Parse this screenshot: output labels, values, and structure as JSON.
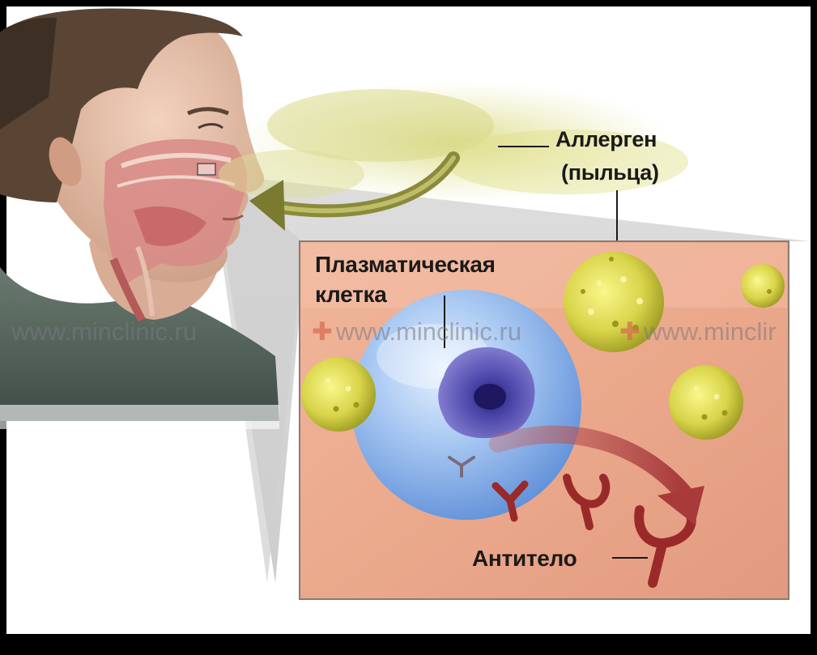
{
  "labels": {
    "allergen": "Аллерген",
    "pollen": "(пыльца)",
    "plasma_cell_line1": "Плазматическая",
    "plasma_cell_line2": "клетка",
    "antibody": "Антитело"
  },
  "watermark": {
    "text_1": "www.minclinic.ru",
    "text_2": "www.minclinic.ru",
    "text_3": "www.minclir",
    "plus": "✚"
  },
  "colors": {
    "background": "#000000",
    "panel": "#e9a98a",
    "pollen": "#d8d64a",
    "cell": "#8fb6ea",
    "nucleus": "#5b55b8",
    "antibody": "#a52a2a",
    "arrow_allergen": "#8a8a3a",
    "arrow_antibody": "#b04848"
  },
  "icons": [
    "human-head-icon",
    "pollen-grain-icon",
    "plasma-cell-icon",
    "antibody-icon",
    "arrow-icon"
  ]
}
